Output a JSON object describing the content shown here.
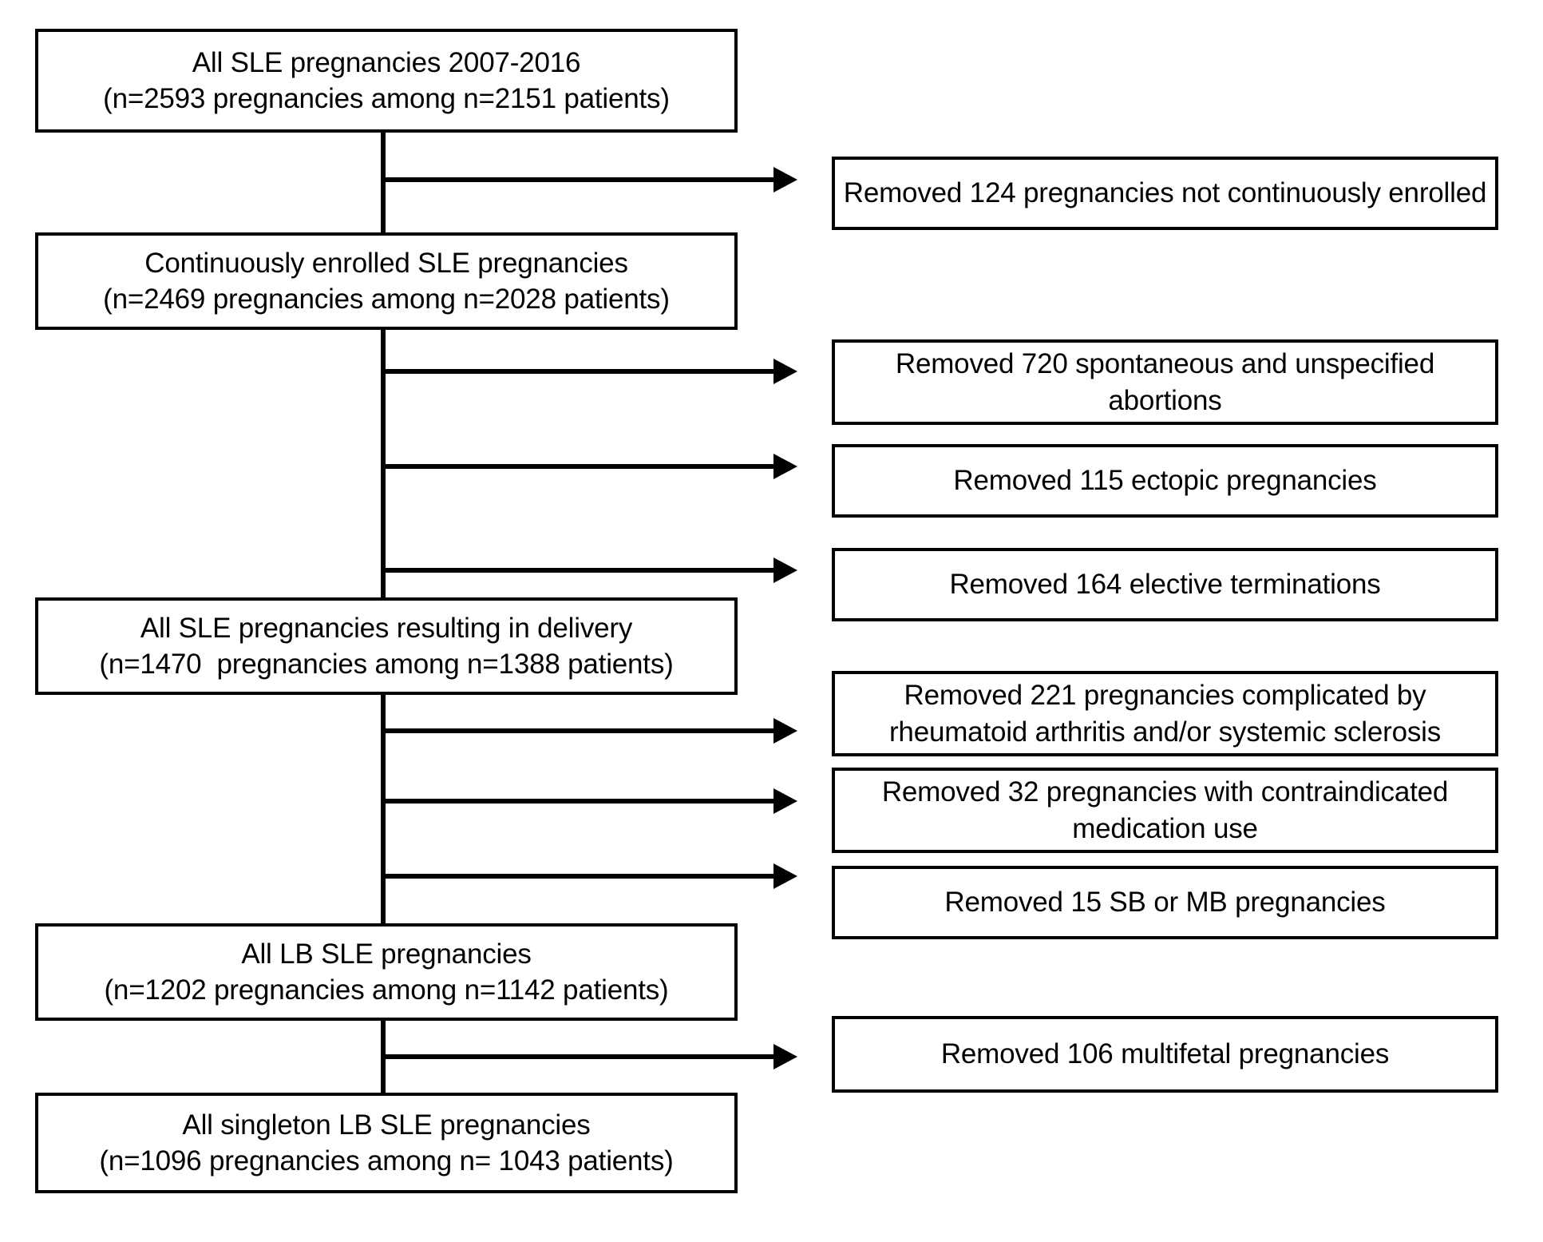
{
  "chart_data": {
    "type": "diagram",
    "title": "SLE pregnancy cohort selection flow diagram",
    "diagram_kind": "flowchart",
    "orientation": "top-to-bottom with right-branching exclusions",
    "main_nodes": [
      {
        "id": "all-sle",
        "line1": "All SLE pregnancies 2007-2016",
        "line2": "(n=2593 pregnancies among n=2151 patients)",
        "pregnancies": 2593,
        "patients": 2151,
        "period": "2007-2016"
      },
      {
        "id": "continuously-enrolled",
        "line1": "Continuously enrolled SLE pregnancies",
        "line2": "(n=2469 pregnancies among n=2028 patients)",
        "pregnancies": 2469,
        "patients": 2028
      },
      {
        "id": "resulting-in-delivery",
        "line1": "All SLE pregnancies resulting in delivery",
        "line2": "(n=1470  pregnancies among n=1388 patients)",
        "pregnancies": 1470,
        "patients": 1388
      },
      {
        "id": "all-lb",
        "line1": "All LB SLE pregnancies",
        "line2": "(n=1202 pregnancies among n=1142 patients)",
        "pregnancies": 1202,
        "patients": 1142
      },
      {
        "id": "all-singleton-lb",
        "line1": "All singleton LB SLE pregnancies",
        "line2": "(n=1096 pregnancies among n= 1043 patients)",
        "pregnancies": 1096,
        "patients": 1043
      }
    ],
    "exclusion_nodes": [
      {
        "id": "rem-124",
        "line1": "Removed 124 pregnancies not continuously enrolled",
        "line2": "",
        "count": 124,
        "reason": "not continuously enrolled",
        "from": "all-sle"
      },
      {
        "id": "rem-720",
        "line1": "Removed 720 spontaneous and unspecified",
        "line2": "abortions",
        "count": 720,
        "reason": "spontaneous and unspecified abortions",
        "from": "continuously-enrolled"
      },
      {
        "id": "rem-115",
        "line1": "Removed 115 ectopic pregnancies",
        "line2": "",
        "count": 115,
        "reason": "ectopic pregnancies",
        "from": "continuously-enrolled"
      },
      {
        "id": "rem-164",
        "line1": "Removed 164 elective terminations",
        "line2": "",
        "count": 164,
        "reason": "elective terminations",
        "from": "continuously-enrolled"
      },
      {
        "id": "rem-221",
        "line1": "Removed 221 pregnancies complicated by",
        "line2": "rheumatoid arthritis and/or systemic sclerosis",
        "count": 221,
        "reason": "complicated by rheumatoid arthritis and/or systemic sclerosis",
        "from": "resulting-in-delivery"
      },
      {
        "id": "rem-32",
        "line1": "Removed 32 pregnancies with contraindicated",
        "line2": "medication use",
        "count": 32,
        "reason": "contraindicated medication use",
        "from": "resulting-in-delivery"
      },
      {
        "id": "rem-15",
        "line1": "Removed 15 SB or MB pregnancies",
        "line2": "",
        "count": 15,
        "reason": "SB or MB pregnancies",
        "from": "resulting-in-delivery"
      },
      {
        "id": "rem-106",
        "line1": "Removed 106 multifetal pregnancies",
        "line2": "",
        "count": 106,
        "reason": "multifetal pregnancies",
        "from": "all-lb"
      }
    ],
    "colors": {
      "background": "#ffffff",
      "border": "#000000",
      "text": "#000000",
      "connector": "#000000"
    }
  }
}
